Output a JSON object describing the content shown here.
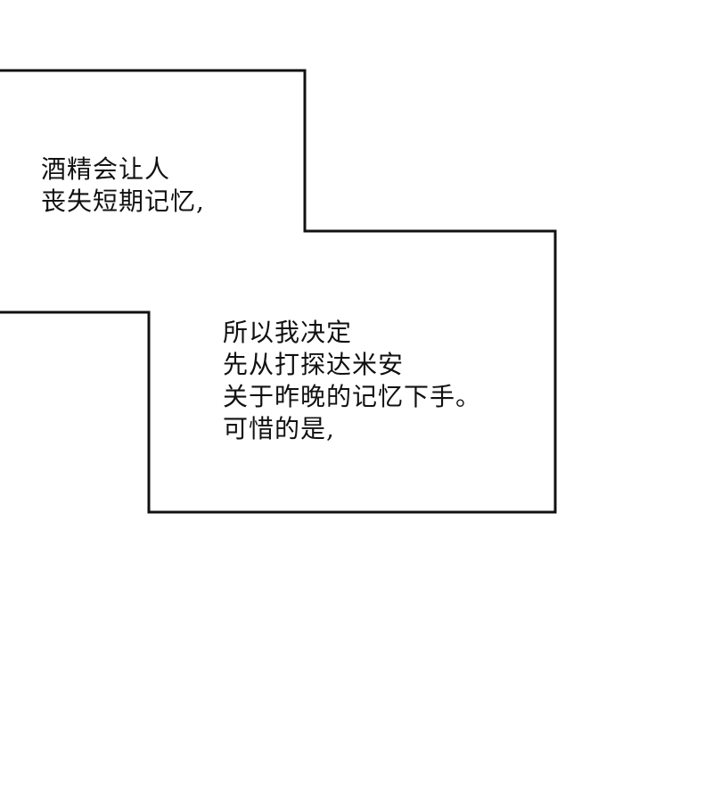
{
  "captions": {
    "top": {
      "lines": [
        "酒精会让人",
        "丧失短期记忆,"
      ]
    },
    "bottom": {
      "lines": [
        "所以我决定",
        "先从打探达米安",
        "关于昨晚的记忆下手。",
        "可惜的是,"
      ]
    }
  },
  "colors": {
    "background": "#ffffff",
    "border": "#111111",
    "text": "#111111"
  }
}
